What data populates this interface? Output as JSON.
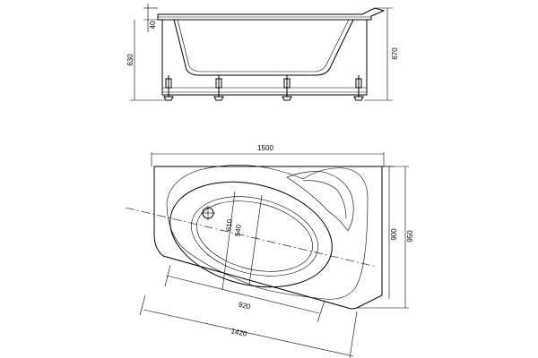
{
  "side_view": {
    "dimensions": {
      "rim_height": "40",
      "tub_height": "630",
      "total_height": "670"
    }
  },
  "top_view": {
    "dimensions": {
      "overall_length": "1500",
      "overall_width": "950",
      "inner_width": "900",
      "inner_length_axis": "1420",
      "bowl_length": "920",
      "bowl_width_outer": "610",
      "bowl_width_inner": "540"
    }
  }
}
